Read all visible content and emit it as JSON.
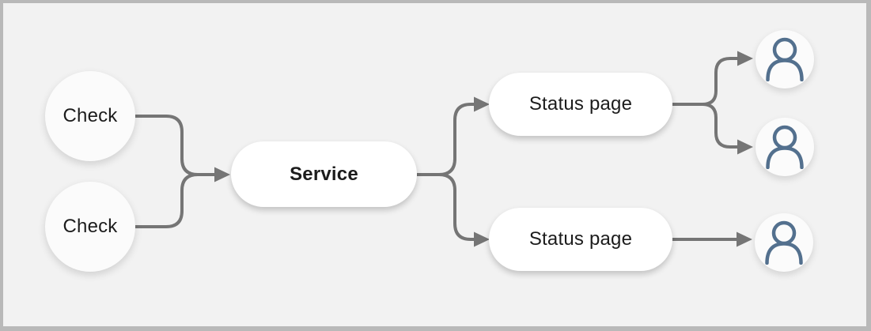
{
  "colors": {
    "background": "#f2f2f2",
    "frame_border": "#b9b9b9",
    "node_fill": "#ffffff",
    "circle_fill": "#fbfbfb",
    "connector": "#757575",
    "person_icon": "#53708e",
    "text": "#1c1c1c"
  },
  "nodes": {
    "check_1": {
      "label": "Check"
    },
    "check_2": {
      "label": "Check"
    },
    "service": {
      "label": "Service"
    },
    "status_page_1": {
      "label": "Status page"
    },
    "status_page_2": {
      "label": "Status page"
    },
    "user_1": {
      "icon": "person-icon"
    },
    "user_2": {
      "icon": "person-icon"
    },
    "user_3": {
      "icon": "person-icon"
    }
  },
  "edges": [
    {
      "from": "check-1",
      "to": "service"
    },
    {
      "from": "check-2",
      "to": "service"
    },
    {
      "from": "service",
      "to": "status-page-1"
    },
    {
      "from": "service",
      "to": "status-page-2"
    },
    {
      "from": "status-page-1",
      "to": "user-1"
    },
    {
      "from": "status-page-1",
      "to": "user-2"
    },
    {
      "from": "status-page-2",
      "to": "user-3"
    }
  ]
}
